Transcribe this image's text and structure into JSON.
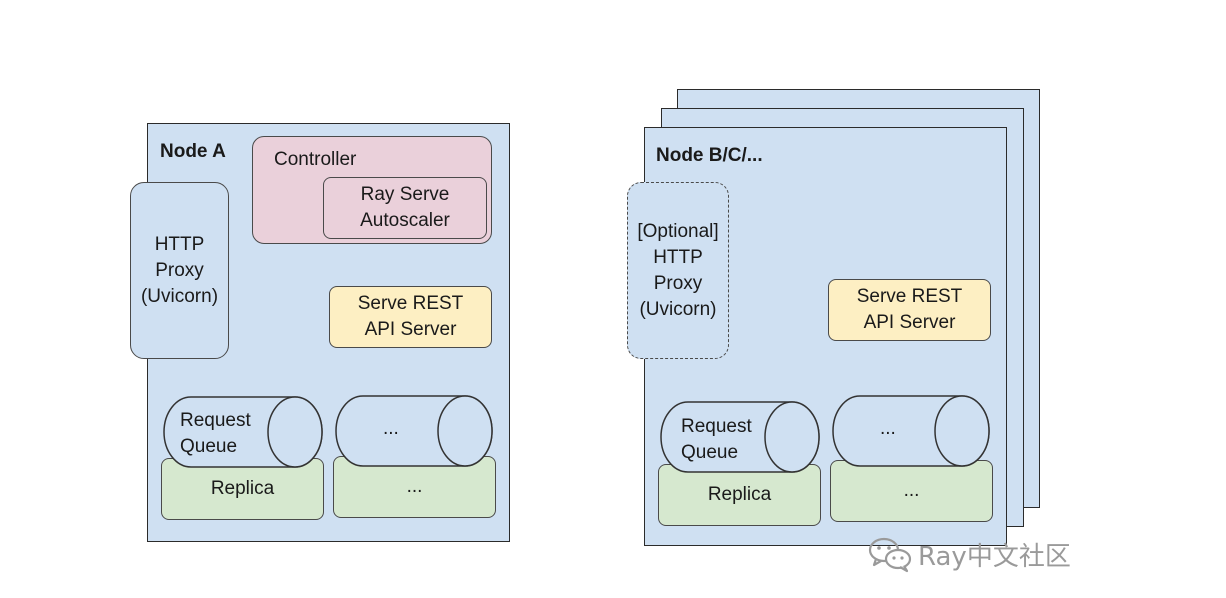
{
  "node_a": {
    "title": "Node A",
    "http_proxy": "HTTP\nProxy\n(Uvicorn)",
    "controller": "Controller",
    "autoscaler": "Ray Serve\nAutoscaler",
    "rest_api": "Serve REST\nAPI Server",
    "queue_1": "Request\nQueue",
    "queue_2": "...",
    "replica_1": "Replica",
    "replica_2": "..."
  },
  "node_b": {
    "title": "Node B/C/...",
    "http_proxy": "[Optional]\nHTTP\nProxy\n(Uvicorn)",
    "rest_api": "Serve REST\nAPI Server",
    "queue_1": "Request\nQueue",
    "queue_2": "...",
    "replica_1": "Replica",
    "replica_2": "..."
  },
  "watermark": "Ray中文社区",
  "colors": {
    "node": "#cfe0f2",
    "controller": "#ead0da",
    "rest_api": "#fdefc3",
    "replica": "#d6e8cf"
  }
}
